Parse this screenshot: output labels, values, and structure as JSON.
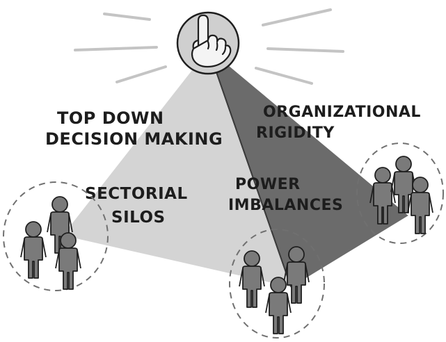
{
  "labels": {
    "top_down_line1": "TOP DOWN",
    "top_down_line2": "DECISION MAKING",
    "org_line1": "ORGANIZATIONAL",
    "org_line2": "RIGIDITY",
    "sectorial_line1": "SECTORIAL",
    "sectorial_line2": "SILOS",
    "power_line1": "POWER",
    "power_line2": "IMBALANCES"
  },
  "icons": {
    "apex": "pointing-hand-icon",
    "people_groups": [
      "people-group-icon",
      "people-group-icon",
      "people-group-icon"
    ]
  },
  "colors": {
    "left_face": "#d4d4d4",
    "right_face": "#6b6b6b",
    "apex_circle": "#cfcfcf",
    "people": "#7a7a7a",
    "outline": "#1f1f1f",
    "dashed": "#707070",
    "rays": "#c4c4c4"
  }
}
